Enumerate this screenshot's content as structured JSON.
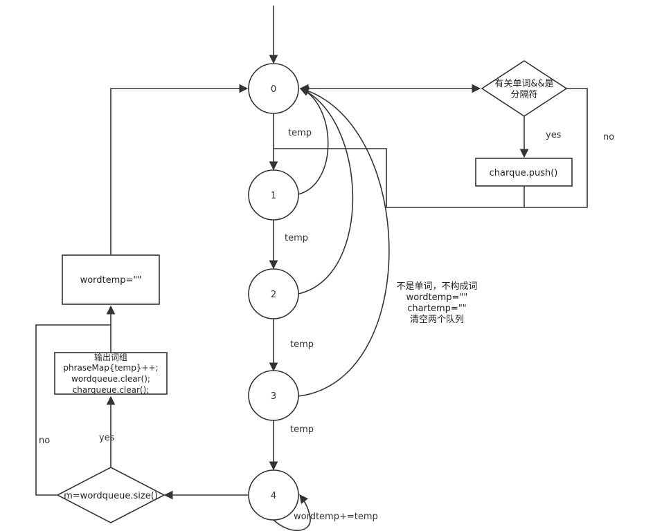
{
  "states": {
    "s0": "0",
    "s1": "1",
    "s2": "2",
    "s3": "3",
    "s4": "4"
  },
  "edges": {
    "e01": "temp",
    "e12": "temp",
    "e23": "temp",
    "e34": "temp",
    "loop4": "wordtemp+=temp",
    "yes_right": "yes",
    "no_right": "no",
    "yes_left": "yes",
    "no_left": "no"
  },
  "boxes": {
    "decision_top": [
      "有关单词&&是",
      "分隔符"
    ],
    "charque_push": "charque.push()",
    "wordtemp_reset": "wordtemp=\"\"",
    "output": [
      "输出词组",
      "phraseMap{temp}++;",
      "wordqueue.clear();",
      "charqueue.clear();"
    ],
    "decision_bottom": "m=wordqueue.size()"
  },
  "annotation": [
    "不是单词，不构成词",
    "wordtemp=\"\"",
    "chartemp=\"\"",
    "清空两个队列"
  ]
}
